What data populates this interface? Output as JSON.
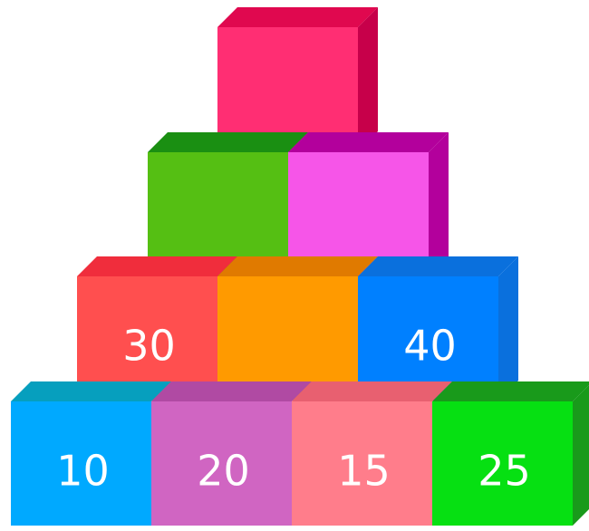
{
  "pyramid": {
    "rows": [
      {
        "blocks": [
          {
            "label": "",
            "front": "#FF2E73",
            "top": "#E0084F",
            "side": "#C7004A"
          }
        ]
      },
      {
        "blocks": [
          {
            "label": "",
            "front": "#55BF13",
            "top": "#1A8F12",
            "side": "#1A8F12"
          },
          {
            "label": "",
            "front": "#F655E8",
            "top": "#B3009C",
            "side": "#B3009C"
          }
        ]
      },
      {
        "blocks": [
          {
            "label": "30",
            "front": "#FF4F4F",
            "top": "#F02D3C",
            "side": "#E02B2B"
          },
          {
            "label": "",
            "front": "#FF9A00",
            "top": "#E07A00",
            "side": "#E07A00"
          },
          {
            "label": "40",
            "front": "#0080FF",
            "top": "#0A70DD",
            "side": "#0A70DD"
          }
        ]
      },
      {
        "blocks": [
          {
            "label": "10",
            "front": "#00A9FF",
            "top": "#069FBE",
            "side": "#0A8FD0"
          },
          {
            "label": "20",
            "front": "#D065C2",
            "top": "#B04AA3",
            "side": "#B04AA3"
          },
          {
            "label": "15",
            "front": "#FF7D8B",
            "top": "#E86070",
            "side": "#E86070"
          },
          {
            "label": "25",
            "front": "#06E012",
            "top": "#199A1B",
            "side": "#199A1B"
          }
        ]
      }
    ]
  }
}
